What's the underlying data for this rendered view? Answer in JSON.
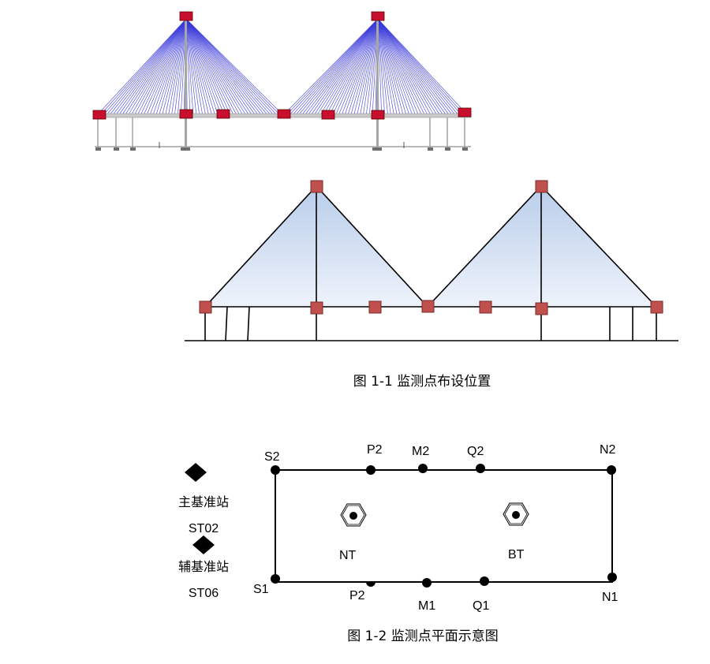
{
  "captions": {
    "fig1": "图 1-1 监测点布设位置",
    "fig2": "图 1-2 监测点平面示意图"
  },
  "plan": {
    "points": {
      "S2": "S2",
      "P2_top": "P2",
      "M2": "M2",
      "Q2": "Q2",
      "N2": "N2",
      "S1": "S1",
      "P2_bottom": "P2",
      "M1": "M1",
      "Q1": "Q1",
      "N1": "N1",
      "NT": "NT",
      "BT": "BT"
    },
    "stations": {
      "main_label": "主基准站",
      "main_code": "ST02",
      "aux_label": "辅基准站",
      "aux_code": "ST06"
    }
  },
  "colors": {
    "cable": "#3a3adb",
    "marker": "#c8102e",
    "marker_light": "#c0504d",
    "pylon_fill_top": "#c5d6ee",
    "pylon_fill_bottom": "#e9f0fa"
  }
}
